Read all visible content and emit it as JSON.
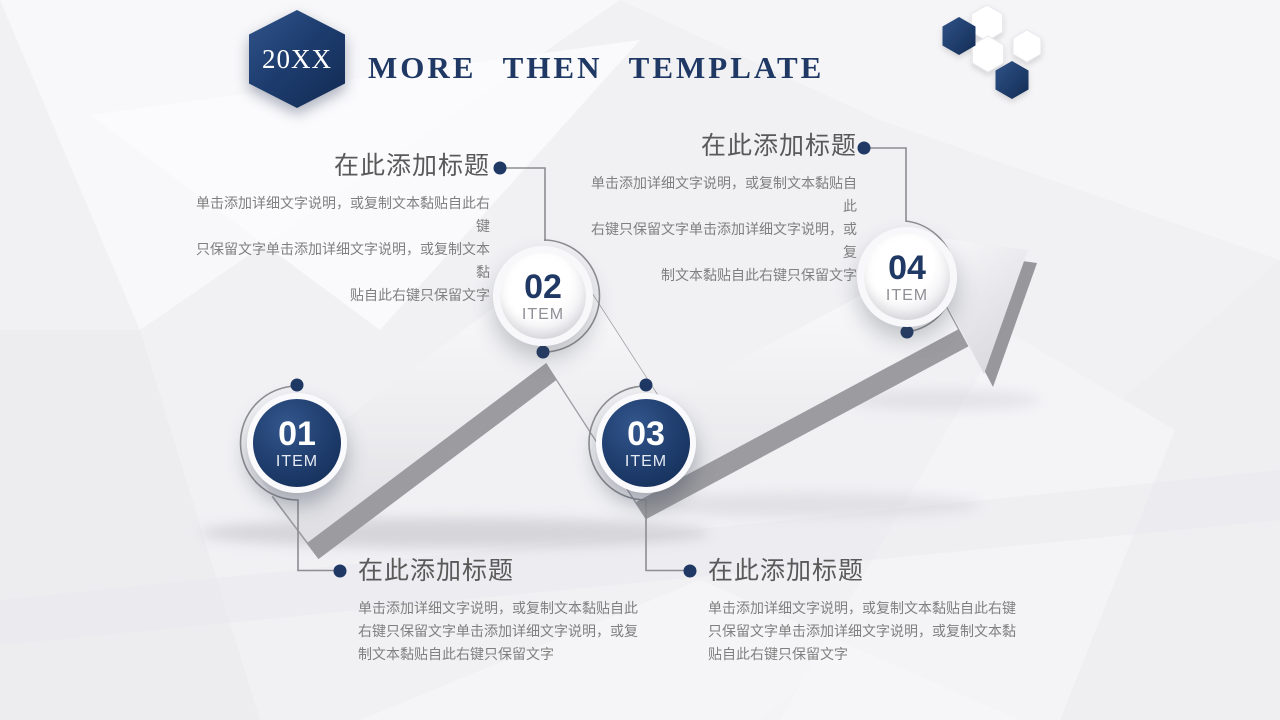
{
  "slide": {
    "header": {
      "badge_year": "20XX",
      "title": "MORE THEN TEMPLATE"
    },
    "diagram": {
      "nodes": [
        {
          "number": "01",
          "label": "ITEM",
          "style": "navy"
        },
        {
          "number": "02",
          "label": "ITEM",
          "style": "white"
        },
        {
          "number": "03",
          "label": "ITEM",
          "style": "navy"
        },
        {
          "number": "04",
          "label": "ITEM",
          "style": "white"
        }
      ],
      "blocks": {
        "top_left": {
          "title": "在此添加标题",
          "lines": [
            "单击添加详细文字说明，或复制文本黏贴自此右键",
            "只保留文字单击添加详细文字说明，或复制文本黏",
            "贴自此右键只保留文字"
          ]
        },
        "top_right": {
          "title": "在此添加标题",
          "lines": [
            "单击添加详细文字说明，或复制文本黏贴自此",
            "右键只保留文字单击添加详细文字说明，或复",
            "制文本黏贴自此右键只保留文字"
          ]
        },
        "bottom_left": {
          "title": "在此添加标题",
          "lines": [
            "单击添加详细文字说明，或复制文本黏贴自此",
            "右键只保留文字单击添加详细文字说明，或复",
            "制文本黏贴自此右键只保留文字"
          ]
        },
        "bottom_right": {
          "title": "在此添加标题",
          "lines": [
            "单击添加详细文字说明，或复制文本黏贴自此右键",
            "只保留文字单击添加详细文字说明，或复制文本黏",
            "贴自此右键只保留文字"
          ]
        }
      }
    },
    "colors": {
      "navy": "#1f3864",
      "title_text": "#595959",
      "body_text": "#7f7f7f",
      "arrow_face": "#f0f0f3",
      "arrow_side": "#9c9ca0",
      "background": "#f1f1f4"
    }
  }
}
